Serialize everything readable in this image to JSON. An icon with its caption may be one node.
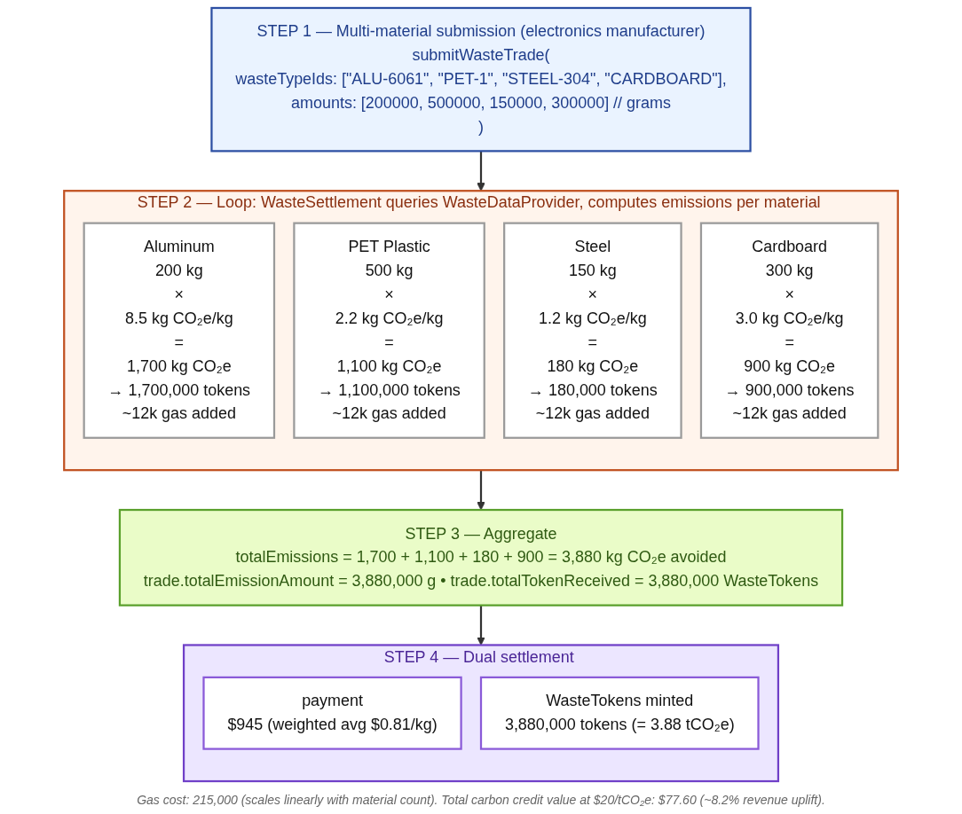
{
  "diagram": {
    "nodes": [
      {
        "text": [
          "STEP 1 — Multi-material submission (electronics manufacturer)",
          "submitWasteTrade(",
          "wasteTypeIds: [\"ALU-6061\", \"PET-1\", \"STEEL-304\", \"CARDBOARD\"],",
          "amounts: [200000, 500000, 150000, 300000] // grams",
          ")"
        ]
      },
      {
        "text": [
          "STEP 2 — Loop: WasteSettlement queries WasteDataProvider, computes emissions per material"
        ]
      },
      {
        "text": [
          "Aluminum",
          "200 kg",
          "×",
          "8.5 kg CO₂e/kg",
          "=",
          "1,700 kg CO₂e",
          "→ 1,700,000 tokens",
          "~12k gas added"
        ],
        "in": 1
      },
      {
        "text": [
          "PET Plastic",
          "500 kg",
          "×",
          "2.2 kg CO₂e/kg",
          "=",
          "1,100 kg CO₂e",
          "→ 1,100,000 tokens",
          "~12k gas added"
        ],
        "in": 1
      },
      {
        "text": [
          "Steel",
          "150 kg",
          "×",
          "1.2 kg CO₂e/kg",
          "=",
          "180 kg CO₂e",
          "→ 180,000 tokens",
          "~12k gas added"
        ],
        "in": 1
      },
      {
        "text": [
          "Cardboard",
          "300 kg",
          "×",
          "3.0 kg CO₂e/kg",
          "=",
          "900 kg CO₂e",
          "→ 900,000 tokens",
          "~12k gas added"
        ],
        "in": 1
      },
      {
        "text": [
          "STEP 3 — Aggregate",
          "totalEmissions = 1,700 + 1,100 + 180 + 900 = 3,880 kg CO₂e avoided",
          "trade.totalEmissionAmount = 3,880,000 g • trade.totalTokenReceived = 3,880,000 WasteTokens"
        ]
      },
      {
        "text": [
          "STEP 4 — Dual settlement"
        ]
      },
      {
        "text": [
          "payment",
          "$945 (weighted avg $0.81/kg)"
        ],
        "in": 7
      },
      {
        "text": [
          "WasteTokens minted",
          "3,880,000 tokens (= 3.88 tCO₂e)"
        ],
        "in": 7
      }
    ],
    "edges": [
      {
        "from": 0,
        "to": 1,
        "arrow": "to"
      },
      {
        "from": 1,
        "to": 6,
        "arrow": "to"
      },
      {
        "from": 6,
        "to": 7,
        "arrow": "to"
      }
    ],
    "caption": "Gas cost: 215,000 (scales linearly with material count). Total carbon credit value at $20/tCO₂e: $77.60 (~8.2% revenue uplift)."
  }
}
